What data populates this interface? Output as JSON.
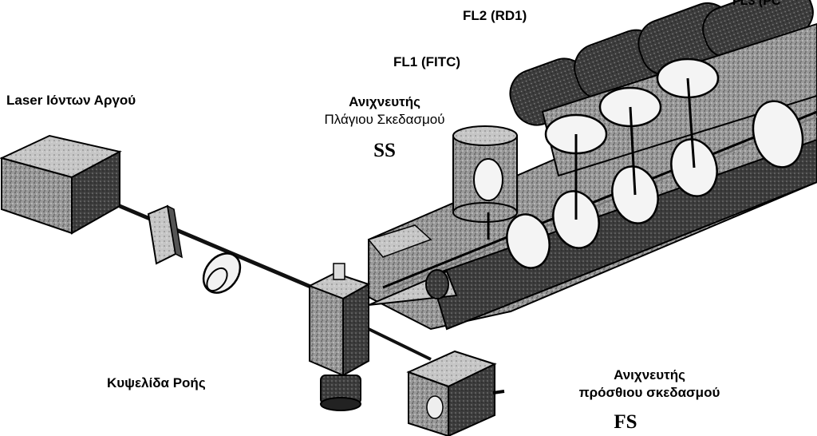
{
  "labels": {
    "fl2": "FL2 (RD1)",
    "fl3_partial": "FL3 (PC",
    "fl1": "FL1 (FITC)",
    "laser": "Laser Ιόντων Αργού",
    "side_detector_line1": "Ανιχνευτής",
    "side_detector_line2": "Πλάγιου Σκεδασμού",
    "side_abbr": "SS",
    "flow_cell": "Κυψελίδα Ροής",
    "forward_detector_line1": "Ανιχνευτής",
    "forward_detector_line2": "πρόσθιου σκεδασμού",
    "forward_abbr": "FS"
  },
  "colors": {
    "ink": "#000000",
    "box_dark": "#4a4a4a",
    "box_mid": "#8c8c8c",
    "box_light": "#c8c8c8",
    "mirror": "#f4f4f4"
  }
}
